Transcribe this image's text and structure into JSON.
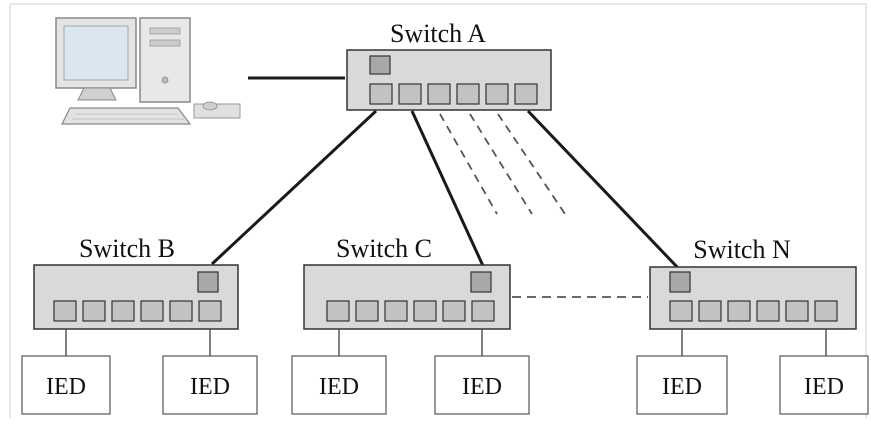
{
  "colors": {
    "switch_fill": "#d9d9d9",
    "port_fill": "#c2c2c2",
    "uplink_fill": "#a8a8a8",
    "line": "#1a1a1a",
    "dashed": "#555555",
    "computer_screen": "#dbe6ef",
    "computer_body": "#e8e8e8"
  },
  "computer": {
    "icon": "desktop-computer-icon"
  },
  "switches": {
    "a": {
      "label": "Switch A"
    },
    "b": {
      "label": "Switch B"
    },
    "c": {
      "label": "Switch C"
    },
    "n": {
      "label": "Switch N"
    }
  },
  "ieds": [
    "IED",
    "IED",
    "IED",
    "IED",
    "IED",
    "IED"
  ]
}
